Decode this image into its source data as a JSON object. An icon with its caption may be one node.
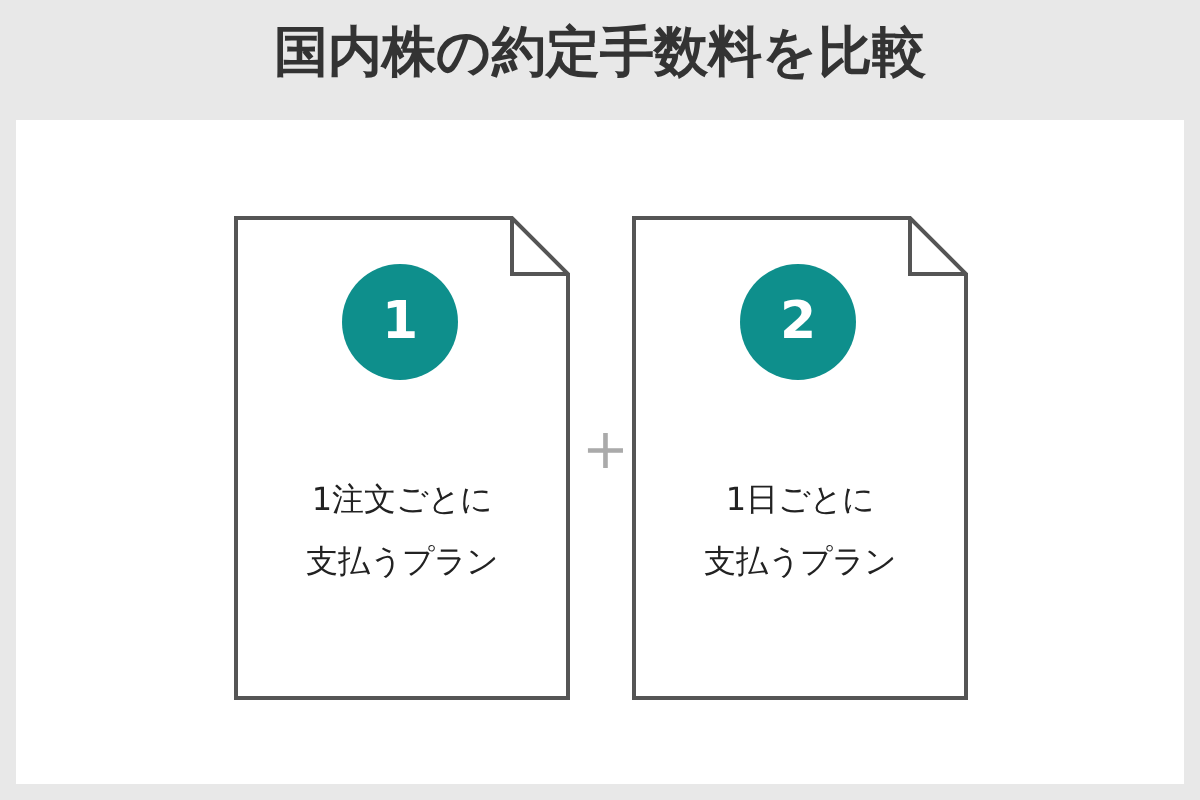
{
  "diagram": {
    "title": "国内株の約定手数料を比較",
    "nodes": [
      {
        "text": [
          "1注文ごとに支払うプラン"
        ]
      },
      {
        "text": [
          "1"
        ],
        "in": 0
      },
      {
        "text": [
          "1日ごとに支払うプラン"
        ]
      },
      {
        "text": [
          "2"
        ],
        "in": 2
      }
    ],
    "edges": [],
    "labels": [
      "+"
    ]
  }
}
